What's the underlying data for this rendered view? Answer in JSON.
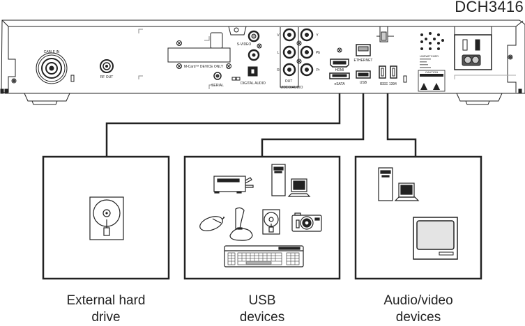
{
  "model_name": "DCH3416",
  "rear_panel": {
    "labels": {
      "cable_in": "CABLE IN",
      "rf_out": "RF OUT",
      "mcard": "M-Card™ DEVICE ONLY",
      "serial": "SERIAL",
      "s_video": "S-VIDEO",
      "digital_audio": "DIGITAL AUDIO",
      "out": "OUT",
      "video_audio": "VIDEO/AUDIO",
      "v": "V",
      "l": "L",
      "r": "R",
      "y": "Y",
      "pb": "Pb",
      "pr": "Pr",
      "hdmi": "HDMI",
      "esata": "eSATA",
      "ethernet": "ETHERNET",
      "usb": "USB",
      "ieee1394": "IEEE 1394",
      "unswitched": "UNSWITCHED",
      "caution": "CAUTION"
    }
  },
  "device_groups": [
    {
      "id": "external-hard-drive",
      "caption_line1": "External hard",
      "caption_line2": "drive",
      "connects_to": "eSATA",
      "icons": [
        "hard-drive-icon"
      ]
    },
    {
      "id": "usb-devices",
      "caption_line1": "USB",
      "caption_line2": "devices",
      "connects_to": "USB",
      "icons": [
        "printer-icon",
        "computer-icon",
        "mouse-icon",
        "joystick-icon",
        "hard-drive-icon",
        "camera-icon",
        "keyboard-icon"
      ]
    },
    {
      "id": "audio-video-devices",
      "caption_line1": "Audio/video",
      "caption_line2": "devices",
      "connects_to": "IEEE 1394",
      "icons": [
        "computer-icon",
        "monitor-icon"
      ]
    }
  ]
}
